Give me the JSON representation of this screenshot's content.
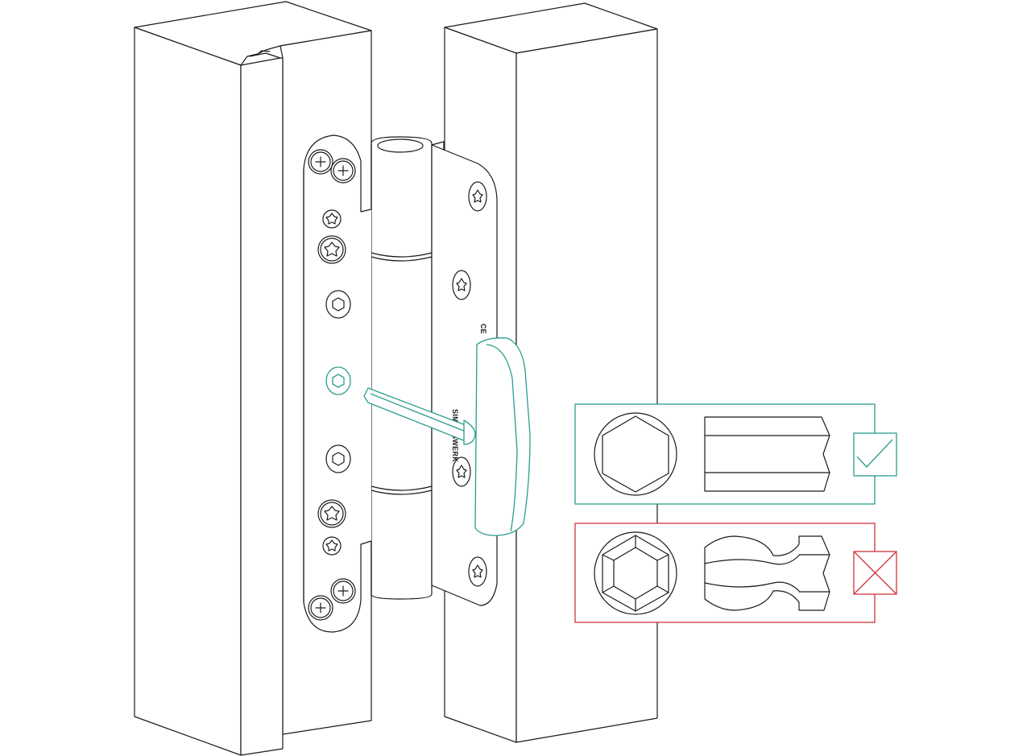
{
  "illustration": {
    "brand_text": "SIMONSWERK",
    "ce_mark": "CE"
  },
  "panels": {
    "correct": {
      "state": "correct",
      "color": "#2a9d8f",
      "icon": "check-icon"
    },
    "incorrect": {
      "state": "incorrect",
      "color": "#d0343a",
      "icon": "cross-icon"
    }
  },
  "colors": {
    "line": "#1a1a1a",
    "tool": "#2a9d8f",
    "wrong": "#d0343a"
  }
}
